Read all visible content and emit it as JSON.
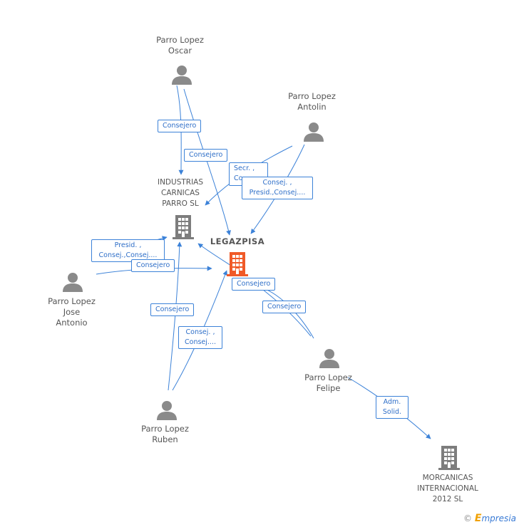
{
  "nodes": {
    "oscar": {
      "lines": [
        "Parro Lopez",
        "Oscar"
      ]
    },
    "antolin": {
      "lines": [
        "Parro Lopez",
        "Antolin"
      ]
    },
    "jose": {
      "lines": [
        "Parro Lopez",
        "Jose",
        "Antonio"
      ]
    },
    "felipe": {
      "lines": [
        "Parro Lopez",
        "Felipe"
      ]
    },
    "ruben": {
      "lines": [
        "Parro Lopez",
        "Ruben"
      ]
    },
    "industrias": {
      "lines": [
        "INDUSTRIAS",
        "CARNICAS",
        "PARRO SL"
      ]
    },
    "legazpi": {
      "lines": [
        "LEGAZPISA"
      ]
    },
    "morcanicas": {
      "lines": [
        "MORCANICAS",
        "INTERNACIONAL",
        "2012 SL"
      ]
    }
  },
  "edge_labels": {
    "e1": {
      "lines": [
        "Consejero"
      ]
    },
    "e2": {
      "lines": [
        "Consejero"
      ]
    },
    "e3": {
      "lines": [
        "Secr. ,",
        "Co..."
      ]
    },
    "e4": {
      "lines": [
        "Consej. ,",
        "Presid.,Consej...."
      ]
    },
    "e5": {
      "lines": [
        "Presid. ,",
        "Consej.,Consej...."
      ]
    },
    "e6": {
      "lines": [
        "Consejero"
      ]
    },
    "e7": {
      "lines": [
        "Consejero"
      ]
    },
    "e8": {
      "lines": [
        "Consejero"
      ]
    },
    "e9": {
      "lines": [
        "Consejero"
      ]
    },
    "e10": {
      "lines": [
        "Consej. ,",
        "Consej...."
      ]
    },
    "e11": {
      "lines": [
        "Adm.",
        "Solid."
      ]
    }
  },
  "footer": {
    "copyright": "©",
    "brand_first": "E",
    "brand_rest": "mpresia"
  },
  "colors": {
    "edge": "#3c82d8",
    "person": "#8a8a8a",
    "company": "#7d7d7d",
    "main_company": "#f05a28"
  }
}
